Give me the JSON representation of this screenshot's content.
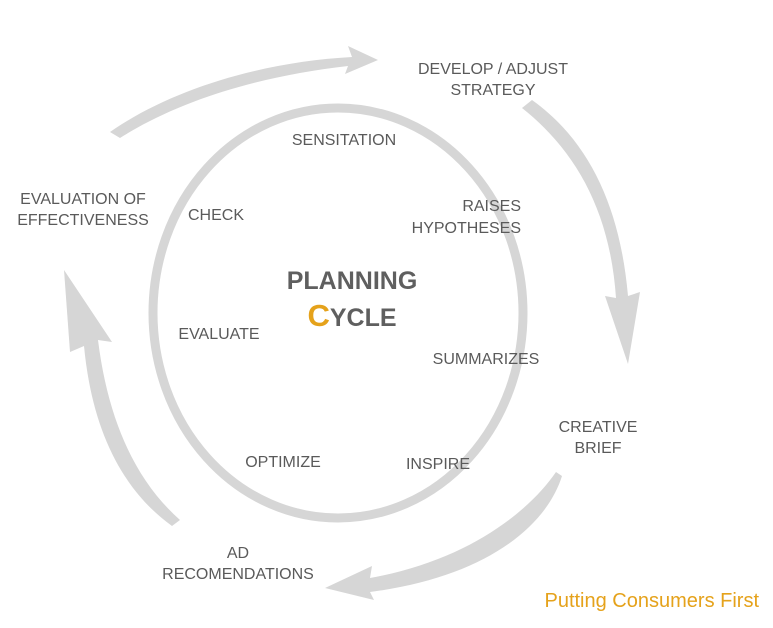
{
  "center": {
    "line1": "PLANNING",
    "line2_initial": "C",
    "line2_rest": "YCLE"
  },
  "inner_steps": {
    "sensitation": "SENSITATION",
    "raises_1": "RAISES",
    "raises_2": "HYPOTHESES",
    "summarizes": "SUMMARIZES",
    "inspire": "INSPIRE",
    "optimize": "OPTIMIZE",
    "evaluate": "EVALUATE",
    "check": "CHECK"
  },
  "outer_stages": {
    "develop_1": "DEVELOP / ADJUST",
    "develop_2": "STRATEGY",
    "creative_1": "CREATIVE",
    "creative_2": "BRIEF",
    "ad_1": "AD",
    "ad_2": "RECOMENDATIONS",
    "evaluation_1": "EVALUATION OF",
    "evaluation_2": "EFFECTIVENESS"
  },
  "tagline": "Putting Consumers First",
  "colors": {
    "accent": "#e5a21b",
    "text": "#5a5a5a",
    "ring": "#d6d6d6"
  }
}
